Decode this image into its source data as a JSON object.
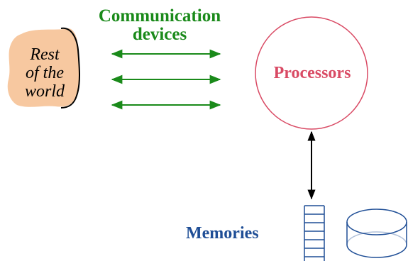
{
  "communication": {
    "line1": "Communication",
    "line2": "devices",
    "color": "#1a8a1a"
  },
  "world": {
    "line1": "Rest",
    "line2": "of the",
    "line3": "world",
    "fill": "#f7c8a0"
  },
  "processors": {
    "label": "Processors",
    "color": "#d94a64"
  },
  "memories": {
    "label": "Memories",
    "color": "#1f4e96"
  },
  "link_color": "#000000"
}
